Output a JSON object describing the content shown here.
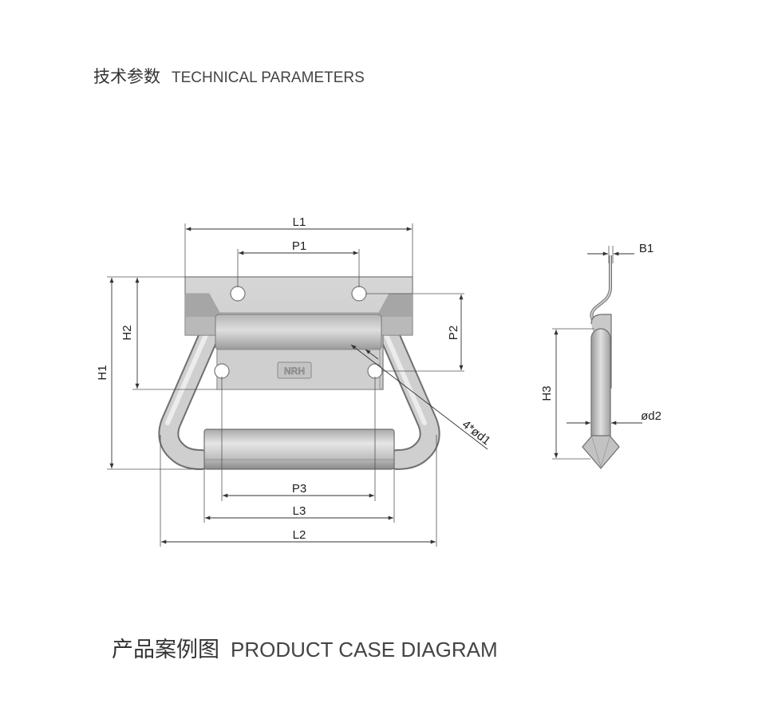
{
  "headings": {
    "technical_cn": "技术参数",
    "technical_en": "TECHNICAL PARAMETERS",
    "case_cn": "产品案例图",
    "case_en": "PRODUCT CASE DIAGRAM"
  },
  "drawing": {
    "logo_text": "NRH",
    "dimension_labels": {
      "L1": "L1",
      "P1": "P1",
      "P2": "P2",
      "H2": "H2",
      "H1": "H1",
      "d1": "4*ød1",
      "P3": "P3",
      "L3": "L3",
      "L2": "L2",
      "B1": "B1",
      "H3": "H3",
      "d2": "ød2"
    }
  },
  "colors": {
    "metal_light": "#d9d9d9",
    "metal_mid": "#bdbdbd",
    "metal_dark": "#8f8f8f",
    "outline": "#6e6e6e",
    "dimension_line": "#333333"
  }
}
